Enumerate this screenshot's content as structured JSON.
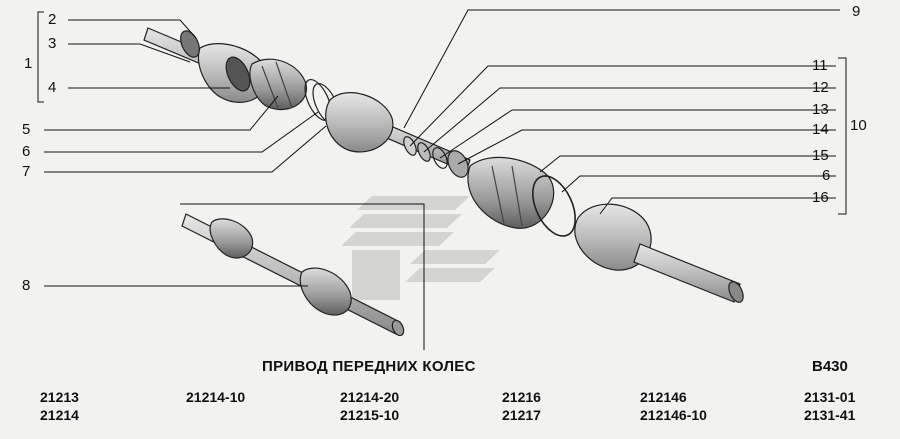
{
  "diagram": {
    "title": "ПРИВОД ПЕРЕДНИХ КОЛЕС",
    "code": "B430",
    "callouts": {
      "c1": "1",
      "c2": "2",
      "c3": "3",
      "c4": "4",
      "c5": "5",
      "c6a": "6",
      "c7": "7",
      "c8": "8",
      "c9": "9",
      "c10": "10",
      "c11": "11",
      "c12": "12",
      "c13": "13",
      "c14": "14",
      "c15": "15",
      "c6b": "6",
      "c16": "16"
    },
    "models": [
      [
        "21213",
        "21214"
      ],
      [
        "21214-10",
        ""
      ],
      [
        "21214-20",
        "21215-10"
      ],
      [
        "21216",
        "21217"
      ],
      [
        "212146",
        "212146-10"
      ],
      [
        "2131-01",
        "2131-41"
      ]
    ]
  }
}
